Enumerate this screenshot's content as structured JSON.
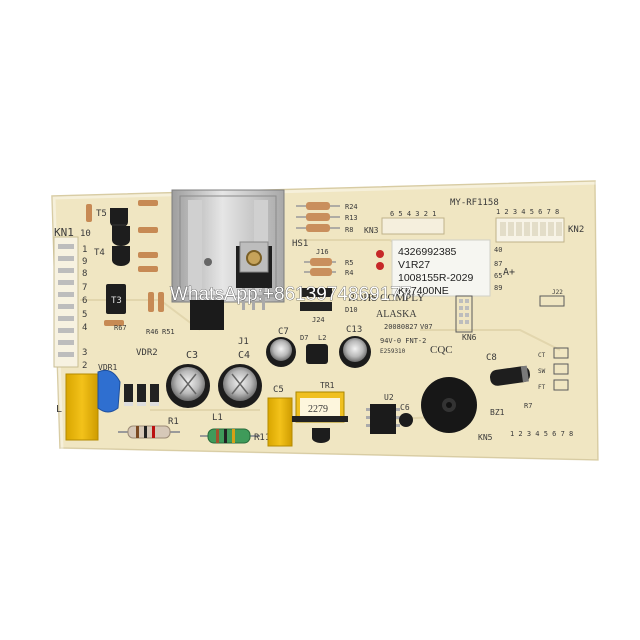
{
  "board": {
    "model": "MY-RF1158",
    "rohs": "ROHS COMPLY",
    "brand": "ALASKA",
    "date": "20080827",
    "version": "V07",
    "cert": "94V-0 FNT-2",
    "cert_code": "E259310",
    "qc": "CQC",
    "capacitor_mark": "2279"
  },
  "label": {
    "line1": "4326992385",
    "line2": "V1R27",
    "line3": "1008155R-2029",
    "line4": "K67400NE",
    "rating": "A+"
  },
  "watermark": "WhatsApp:+8613974869177",
  "connectors": {
    "kn1": "KN1",
    "kn2": "KN2",
    "kn3": "KN3",
    "kn5": "KN5",
    "kn6": "KN6",
    "kn2_pins": "1 2 3 4 5 6 7 8",
    "kn3_pins": "6 5 4 3 2 1",
    "kn5_pins": "1 2 3 4 5 6 7 8",
    "kn1_pins": [
      "10",
      "1",
      "9",
      "8",
      "7",
      "6",
      "5",
      "4",
      "3",
      "2"
    ]
  },
  "silk": {
    "t5": "T5",
    "t4": "T4",
    "t3": "T3",
    "vdr2": "VDR2",
    "vdr1": "VDR1",
    "l_mark": "L",
    "r1": "R1",
    "l1": "L1",
    "r11": "R11",
    "c3": "C3",
    "c4": "C4",
    "c5": "C5",
    "c6": "C6",
    "c7": "C7",
    "c8": "C8",
    "c13": "C13",
    "tr1": "TR1",
    "u2": "U2",
    "bz1": "BZ1",
    "hs1": "HS1",
    "j1": "J1",
    "r7": "R7",
    "ct": "CT",
    "sw": "SW",
    "ft": "FT",
    "r24": "R24",
    "r13": "R13",
    "r4": "R4",
    "r8": "R8",
    "r5": "R5",
    "j16": "J16",
    "j24": "J24",
    "d10": "D10",
    "d7": "D7",
    "l2": "L2",
    "j22": "J22",
    "r46": "R46",
    "r51": "R51",
    "r67": "R67",
    "pin40": "40",
    "pin87": "87",
    "pin65": "65",
    "pin89": "89"
  },
  "colors": {
    "pcb": "#f0e6c2",
    "silkscreen": "#3a3a3a",
    "relay": "#e9b400",
    "varistor": "#2f6fd0",
    "heatsink": "#c9c9c9",
    "cap_sleeve": "#1c1c1c"
  }
}
